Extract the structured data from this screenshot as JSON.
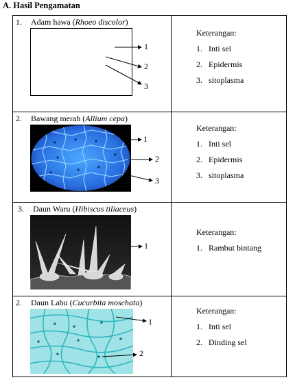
{
  "heading": "A. Hasil Pengamatan",
  "ket_label": "Keterangan:",
  "items": [
    {
      "num": "1.",
      "name": "Adam hawa (",
      "sci": "Rhoeo discolor",
      "close": ")",
      "labels": [
        "1",
        "2",
        "3"
      ],
      "ket": [
        {
          "n": "1.",
          "t": "Inti sel"
        },
        {
          "n": "2.",
          "t": "Epidermis"
        },
        {
          "n": "3.",
          "t": "sitoplasma"
        }
      ]
    },
    {
      "num": "2.",
      "name": "Bawang merah (",
      "sci": "Allium cepa",
      "close": ")",
      "labels": [
        "1",
        "2",
        "3"
      ],
      "ket": [
        {
          "n": "1.",
          "t": "Inti sel"
        },
        {
          "n": "2.",
          "t": "Epidermis"
        },
        {
          "n": "3.",
          "t": "sitoplasma"
        }
      ]
    },
    {
      "num": "3.",
      "name": "Daun Waru (",
      "sci": "Hibiscus tiliaceus",
      "close": ")",
      "labels": [
        "1"
      ],
      "ket": [
        {
          "n": "1.",
          "t": "Rambut bintang"
        }
      ]
    },
    {
      "num": "2.",
      "name": "Daun Labu (",
      "sci": "Cucurbita moschata",
      "close": ")",
      "labels": [
        "1",
        "2"
      ],
      "ket": [
        {
          "n": "1.",
          "t": "Inti sel"
        },
        {
          "n": "2.",
          "t": "Dinding sel"
        }
      ]
    }
  ]
}
